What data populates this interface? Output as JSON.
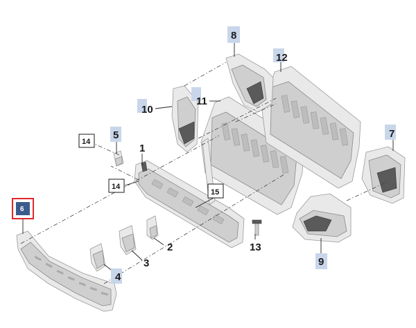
{
  "diagram": {
    "callouts": [
      {
        "id": "c1",
        "label": "1",
        "style": "plain"
      },
      {
        "id": "c2",
        "label": "2",
        "style": "plain"
      },
      {
        "id": "c3",
        "label": "3",
        "style": "plain"
      },
      {
        "id": "c4",
        "label": "4",
        "style": "shaded"
      },
      {
        "id": "c5",
        "label": "5",
        "style": "shaded"
      },
      {
        "id": "c6",
        "label": "6",
        "style": "selected"
      },
      {
        "id": "c7",
        "label": "7",
        "style": "shaded"
      },
      {
        "id": "c8",
        "label": "8",
        "style": "shaded"
      },
      {
        "id": "c9",
        "label": "9",
        "style": "shaded"
      },
      {
        "id": "c10",
        "label": "10",
        "style": "shaded"
      },
      {
        "id": "c11",
        "label": "11",
        "style": "shaded"
      },
      {
        "id": "c12",
        "label": "12",
        "style": "shaded"
      },
      {
        "id": "c13",
        "label": "13",
        "style": "plain"
      },
      {
        "id": "c14a",
        "label": "14",
        "style": "boxed"
      },
      {
        "id": "c14b",
        "label": "14",
        "style": "boxed"
      },
      {
        "id": "c15",
        "label": "15",
        "style": "boxed"
      }
    ],
    "colors": {
      "shaded_tag": "#c9d6ea",
      "selected_fill": "#3b5b8c",
      "selected_border": "#e0262b",
      "part_fill": "#e9e9e9",
      "part_stroke": "#9a9a9a"
    }
  }
}
